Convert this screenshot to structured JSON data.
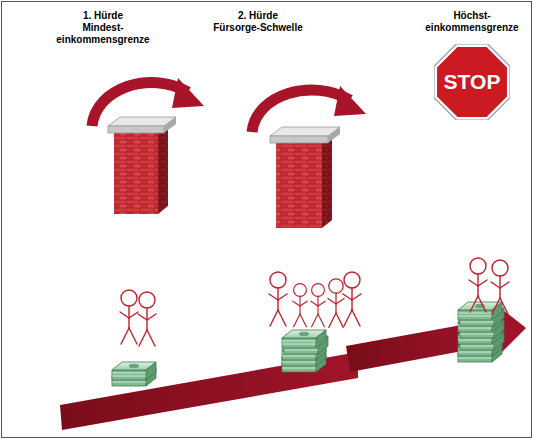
{
  "diagram": {
    "nodes": [
      {
        "text": [
          "STOP"
        ]
      }
    ],
    "labels": [
      "1. Hürde",
      "Mindest- einkommensgrenze",
      "2. Hürde",
      "Fürsorge-Schwelle",
      "Höchst- einkommensgrenze"
    ]
  }
}
